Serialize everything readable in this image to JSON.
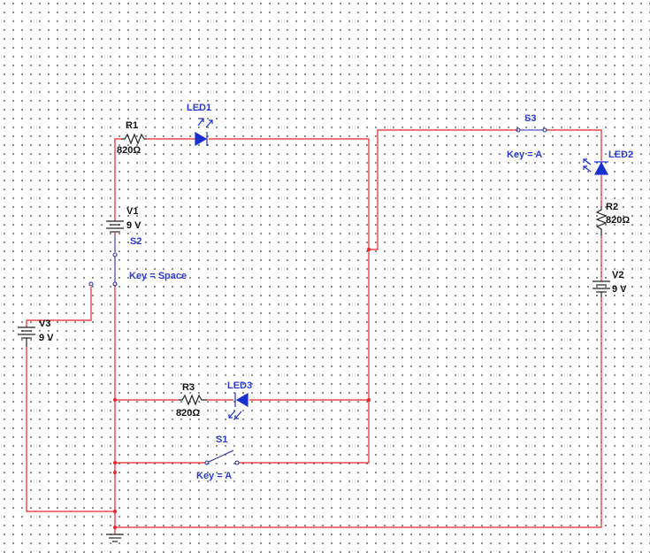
{
  "components": {
    "R1": {
      "ref": "R1",
      "value": "820Ω"
    },
    "R2": {
      "ref": "R2",
      "value": "820Ω"
    },
    "R3": {
      "ref": "R3",
      "value": "820Ω"
    },
    "V1": {
      "ref": "V1",
      "value": "9 V"
    },
    "V2": {
      "ref": "V2",
      "value": "9 V"
    },
    "V3": {
      "ref": "V3",
      "value": "9 V"
    },
    "LED1": {
      "ref": "LED1"
    },
    "LED2": {
      "ref": "LED2"
    },
    "LED3": {
      "ref": "LED3"
    },
    "S1": {
      "ref": "S1",
      "key": "Key = A"
    },
    "S2": {
      "ref": "S2",
      "key": "Key = Space"
    },
    "S3": {
      "ref": "S3",
      "key": "Key = A"
    }
  },
  "colors": {
    "wire": "#e8242a",
    "led": "#1a2fd1",
    "label_blue": "#2b3bd3",
    "grid_dot": "#6e6e6e"
  }
}
